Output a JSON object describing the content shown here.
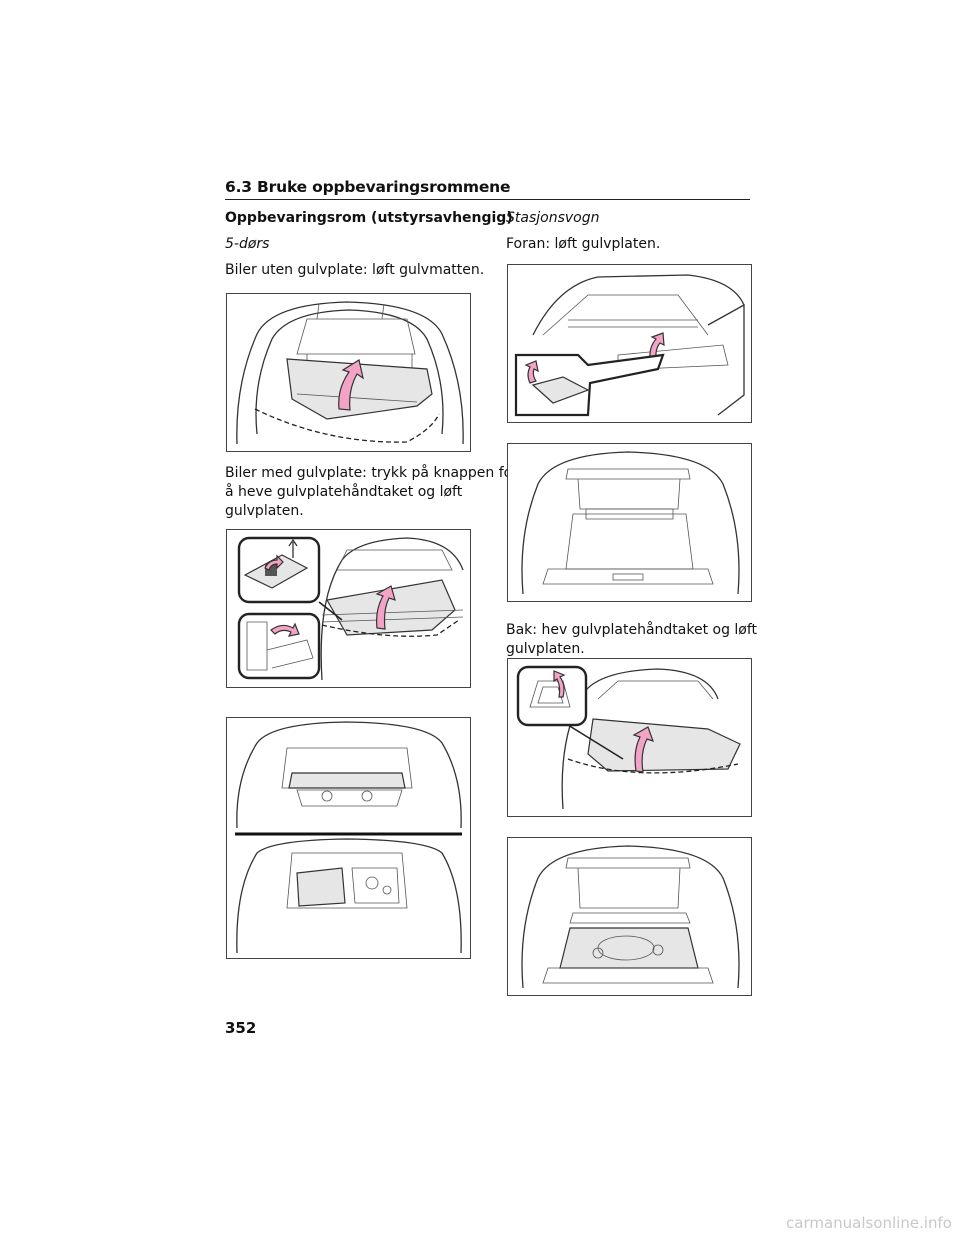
{
  "header": {
    "section": "6.3  Bruke oppbevaringsrommene"
  },
  "left": {
    "heading": "Oppbevaringsrom (utstyrsavhengig)",
    "subheading": "5-dørs",
    "text1": "Biler uten gulvplate: løft gulvmatten.",
    "text2_lines": [
      "Biler med gulvplate: trykk på knappen for",
      "å heve gulvplatehåndtaket og løft",
      "gulvplaten."
    ]
  },
  "right": {
    "subheading": "Stasjonsvogn",
    "text1": "Foran: løft gulvplaten.",
    "text2_lines": [
      "Bak: hev gulvplatehåndtaket og løft",
      "gulvplaten."
    ]
  },
  "page_number": "352",
  "footer": "carmanualsonline.info",
  "colors": {
    "arrow": "#f3a3c6",
    "line": "#333333"
  },
  "figures": [
    {
      "id": "fig-hatch-lift-mat",
      "icons": [
        "car-trunk-icon",
        "lift-arrow-icon"
      ]
    },
    {
      "id": "fig-hatch-button-board",
      "icons": [
        "button-inset-icon",
        "handle-inset-icon",
        "lift-arrow-icon"
      ]
    },
    {
      "id": "fig-hatch-storage-open",
      "icons": [
        "car-trunk-icon"
      ]
    },
    {
      "id": "fig-wagon-front-lift",
      "icons": [
        "handle-inset-icon",
        "lift-arrow-icon"
      ]
    },
    {
      "id": "fig-wagon-trunk-view",
      "icons": [
        "car-trunk-icon"
      ]
    },
    {
      "id": "fig-wagon-rear-lift",
      "icons": [
        "handle-inset-icon",
        "lift-arrow-icon"
      ]
    },
    {
      "id": "fig-wagon-storage-open",
      "icons": [
        "car-trunk-icon"
      ]
    }
  ]
}
